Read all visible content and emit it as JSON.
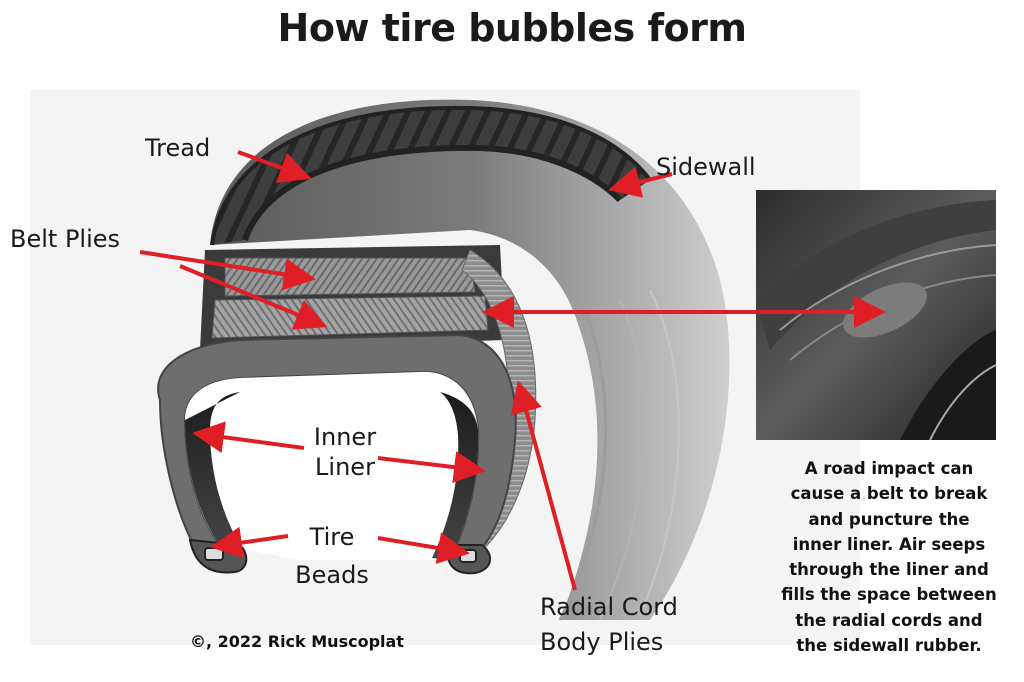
{
  "title": "How tire bubbles form",
  "labels": {
    "tread": "Tread",
    "sidewall": "Sidewall",
    "belt_plies": "Belt Plies",
    "inner_liner_1": "Inner",
    "inner_liner_2": "Liner",
    "tire_beads_1": "Tire",
    "tire_beads_2": "Beads",
    "radial_1": "Radial Cord",
    "radial_2": "Body Plies"
  },
  "caption": [
    "A road impact can",
    "cause a belt to break",
    "and  puncture the",
    "inner liner. Air seeps",
    "through the liner and",
    "fills the space between",
    "the radial cords and",
    "the sidewall rubber."
  ],
  "copyright": "©, 2022 Rick Muscoplat",
  "colors": {
    "arrow": "#e01e25",
    "tire": "#3a3a3a",
    "ply": "#8a8a8a"
  }
}
